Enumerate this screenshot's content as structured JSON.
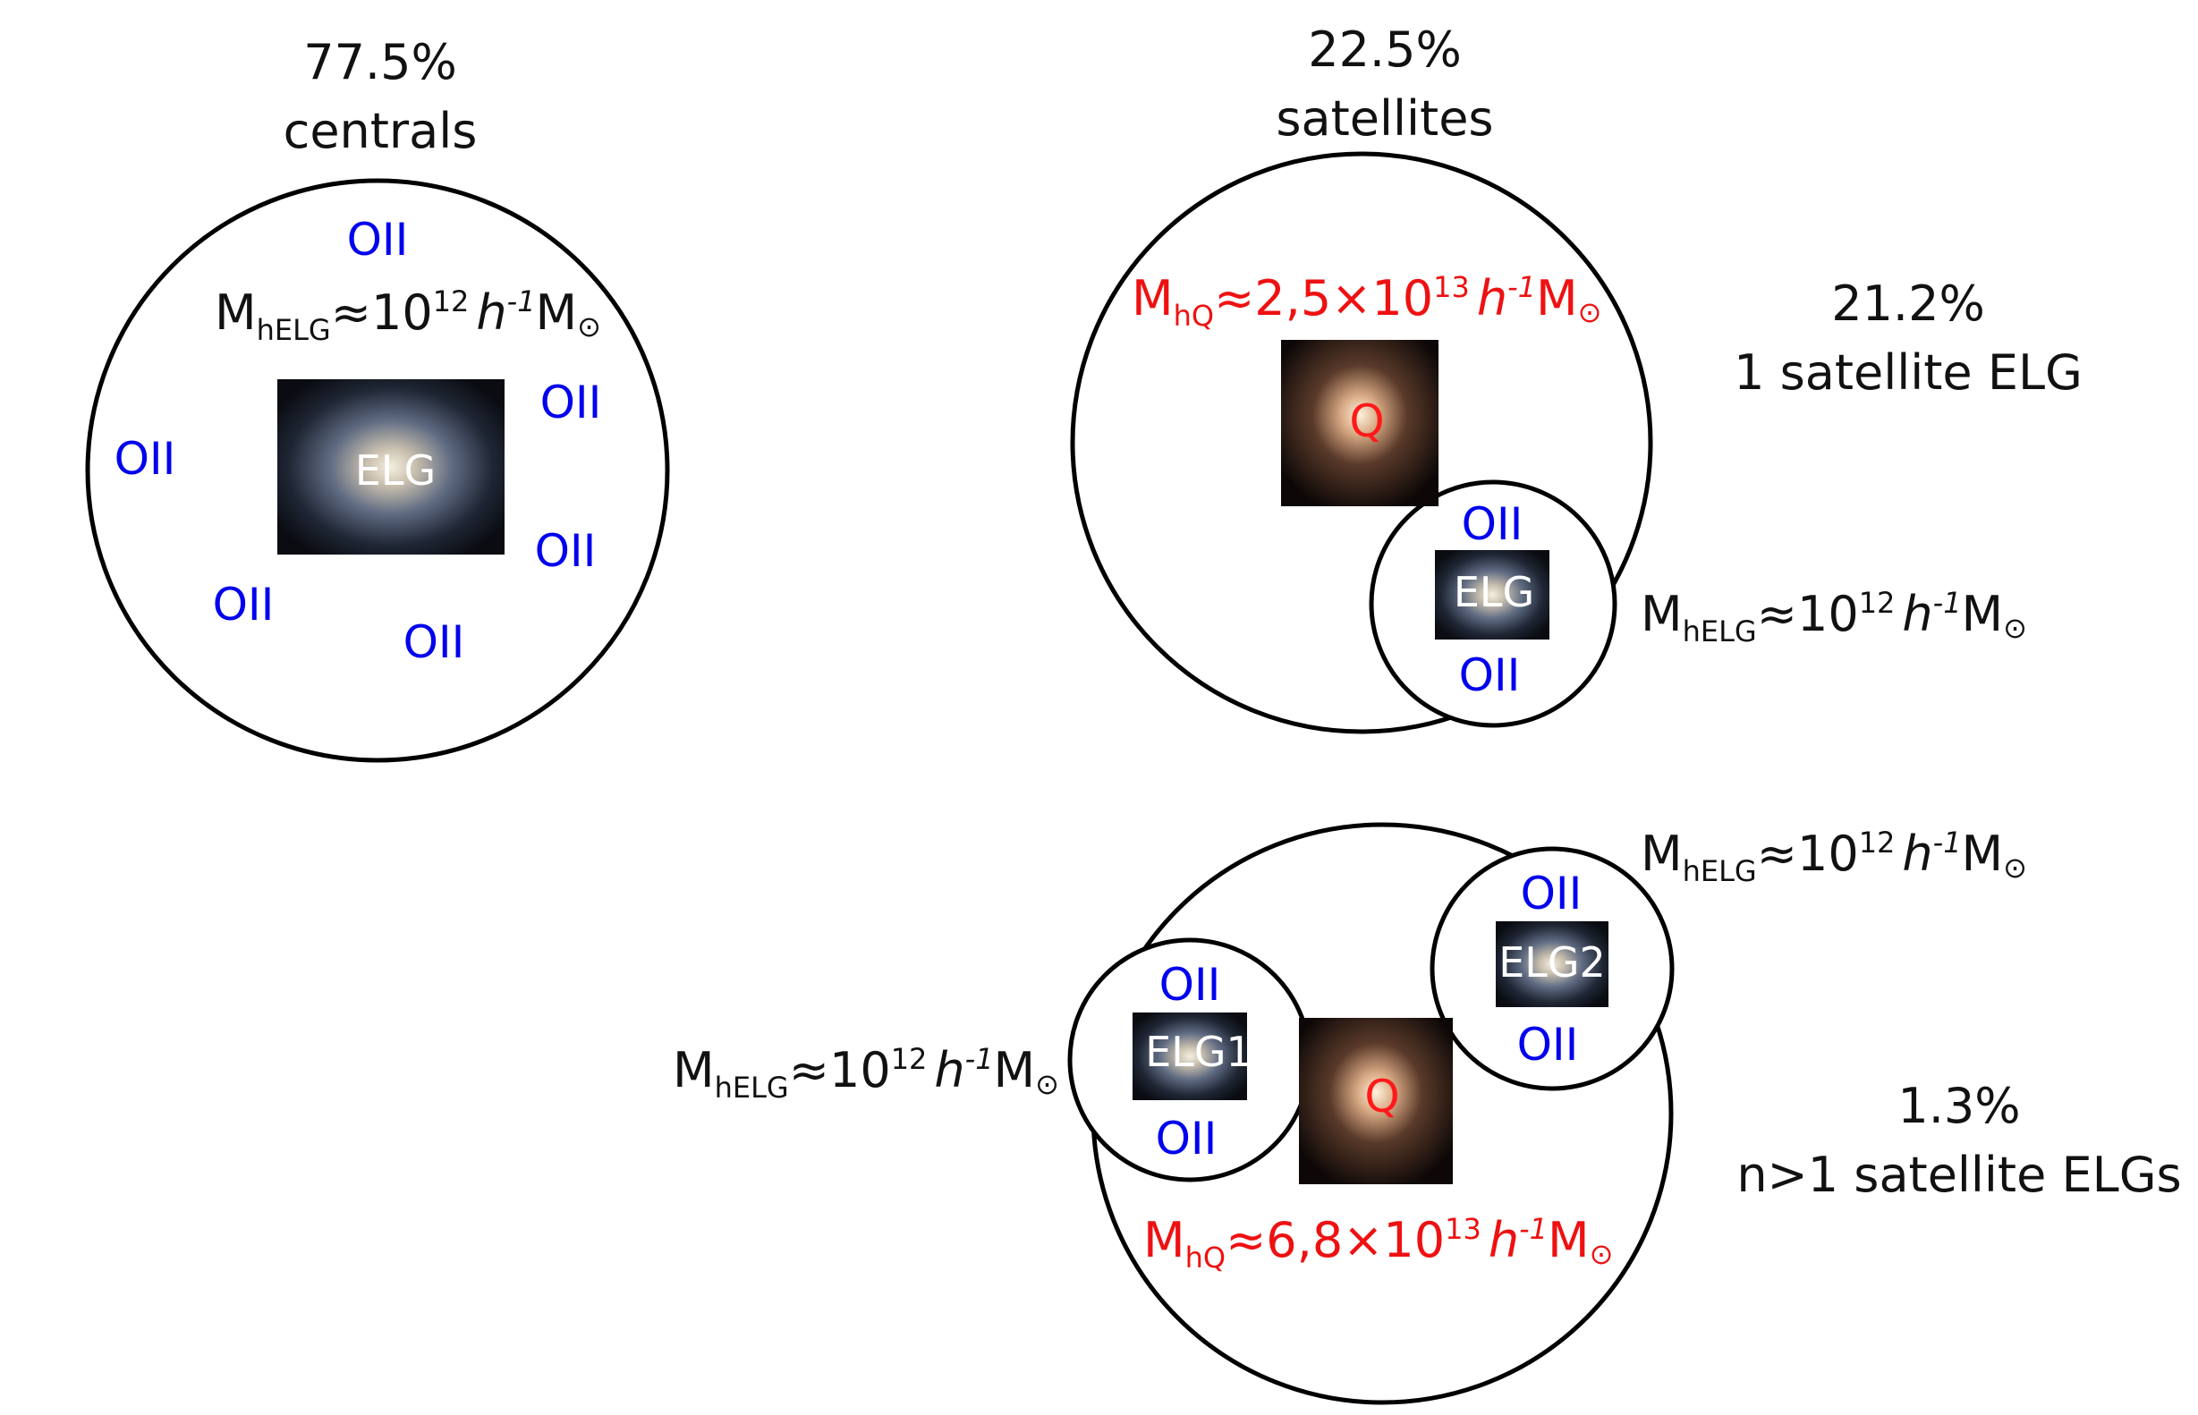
{
  "centrals": {
    "percent": "77.5%",
    "label": "centrals",
    "galaxy_label": "ELG",
    "mass": {
      "prefix": "M",
      "sub": "hELG",
      "mid": "≈10",
      "sup": "12",
      "h": "h",
      "hsup": "-1",
      "end": "M",
      "sun": "⊙"
    },
    "oii": [
      "OII",
      "OII",
      "OII",
      "OII",
      "OII",
      "OII"
    ]
  },
  "satellites": {
    "percent": "22.5%",
    "label": "satellites",
    "one": {
      "percent": "21.2%",
      "label": "1 satellite ELG",
      "host_mass": {
        "prefix": "M",
        "sub": "hQ",
        "mid": "≈2,5×10",
        "sup": "13",
        "h": "h",
        "hsup": "-1",
        "end": "M",
        "sun": "⊙"
      },
      "host_label": "Q",
      "sat_label": "ELG",
      "sat_mass": {
        "prefix": "M",
        "sub": "hELG",
        "mid": "≈10",
        "sup": "12",
        "h": "h",
        "hsup": "-1",
        "end": "M",
        "sun": "⊙"
      },
      "oii": [
        "OII",
        "OII"
      ]
    },
    "many": {
      "percent": "1.3%",
      "label": "n>1 satellite ELGs",
      "host_mass": {
        "prefix": "M",
        "sub": "hQ",
        "mid": "≈6,8×10",
        "sup": "13",
        "h": "h",
        "hsup": "-1",
        "end": "M",
        "sun": "⊙"
      },
      "host_label": "Q",
      "sat1_label": "ELG1",
      "sat2_label": "ELG2",
      "sat1_mass": {
        "prefix": "M",
        "sub": "hELG",
        "mid": "≈10",
        "sup": "12",
        "h": "h",
        "hsup": "-1",
        "end": "M",
        "sun": "⊙"
      },
      "sat2_mass": {
        "prefix": "M",
        "sub": "hELG",
        "mid": "≈10",
        "sup": "12",
        "h": "h",
        "hsup": "-1",
        "end": "M",
        "sun": "⊙"
      },
      "oii": [
        "OII",
        "OII",
        "OII",
        "OII"
      ]
    }
  },
  "colors": {
    "oii": "#0000ee",
    "host_mass": "#ee1111",
    "outline": "#000000"
  }
}
